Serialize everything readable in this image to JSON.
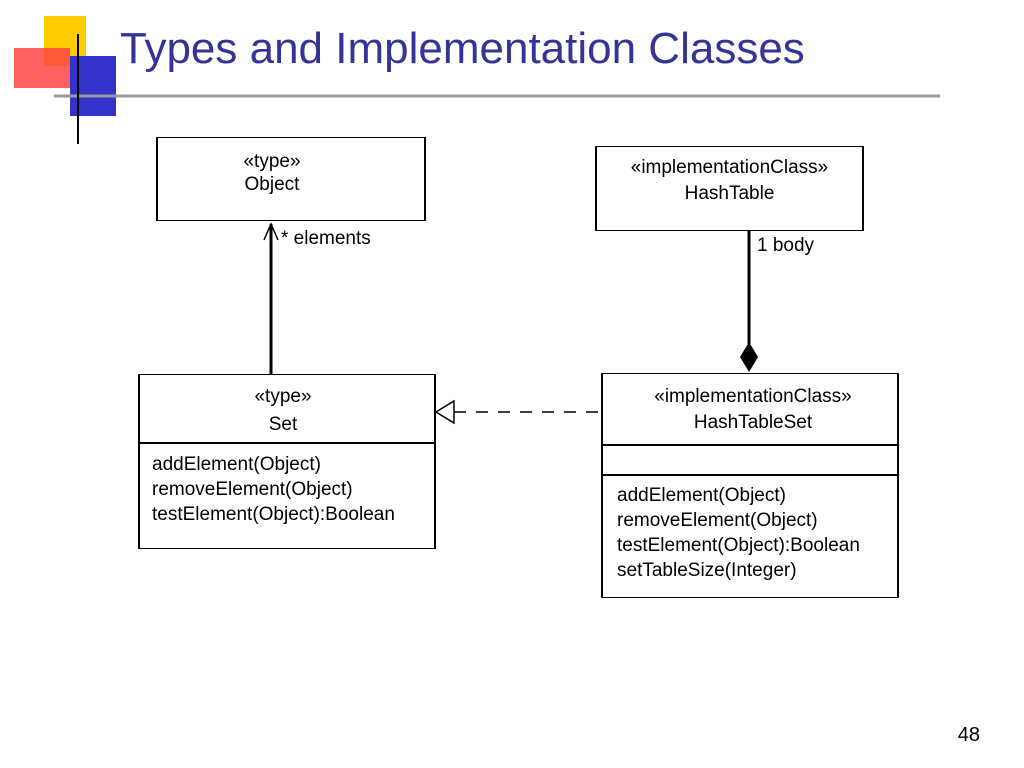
{
  "slide": {
    "title": "Types and Implementation Classes",
    "page_number": "48"
  },
  "colors": {
    "title": "#333399",
    "logo_yellow": "#ffcc00",
    "logo_red": "#ff3333",
    "logo_blue": "#3333cc",
    "rule_gray": "#a0a0a0"
  },
  "classes": {
    "object": {
      "stereotype": "«type»",
      "name": "Object"
    },
    "hashtable": {
      "stereotype": "«implementationClass»",
      "name": "HashTable"
    },
    "set": {
      "stereotype": "«type»",
      "name": "Set",
      "operations": [
        "addElement(Object)",
        "removeElement(Object)",
        "testElement(Object):Boolean"
      ]
    },
    "hashtableset": {
      "stereotype": "«implementationClass»",
      "name": "HashTableSet",
      "operations": [
        "addElement(Object)",
        "removeElement(Object)",
        "testElement(Object):Boolean",
        "setTableSize(Integer)"
      ]
    }
  },
  "relations": {
    "elements_label": "* elements",
    "body_label": "1 body"
  }
}
